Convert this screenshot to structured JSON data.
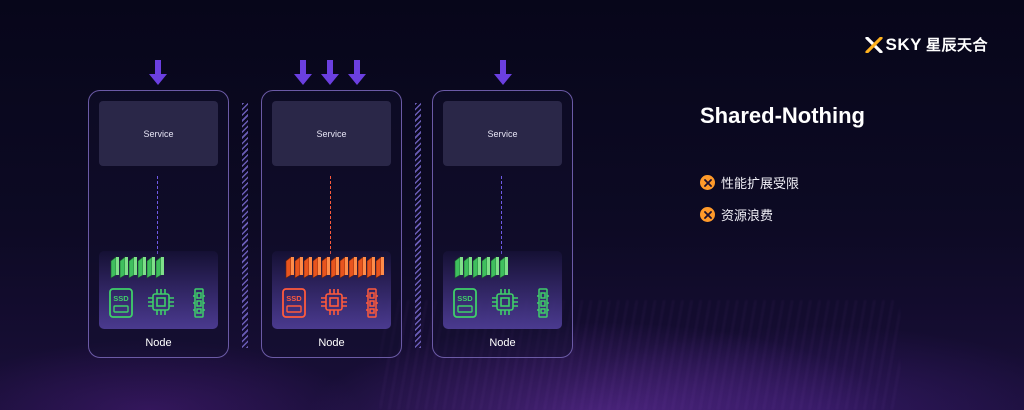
{
  "logo": {
    "brand": "SKY",
    "chinese": "星辰天合",
    "accent_color": "#ffb21e"
  },
  "title": "Shared-Nothing",
  "points": [
    {
      "text": "性能扩展受限",
      "icon": "x-circle-icon"
    },
    {
      "text": "资源浪费",
      "icon": "x-circle-icon"
    }
  ],
  "nodes": [
    {
      "service_label": "Service",
      "node_label": "Node",
      "incoming_requests": 1,
      "accent": "#3fcf6a"
    },
    {
      "service_label": "Service",
      "node_label": "Node",
      "incoming_requests": 3,
      "accent": "#ff5a3c"
    },
    {
      "service_label": "Service",
      "node_label": "Node",
      "incoming_requests": 1,
      "accent": "#3fcf6a"
    }
  ],
  "hardware_icons": [
    "ssd-icon",
    "cpu-icon",
    "memory-icon"
  ],
  "ssd_text": "SSD",
  "colors": {
    "arrow": "#6b3fe0",
    "point_icon": "#ff9a2a"
  }
}
